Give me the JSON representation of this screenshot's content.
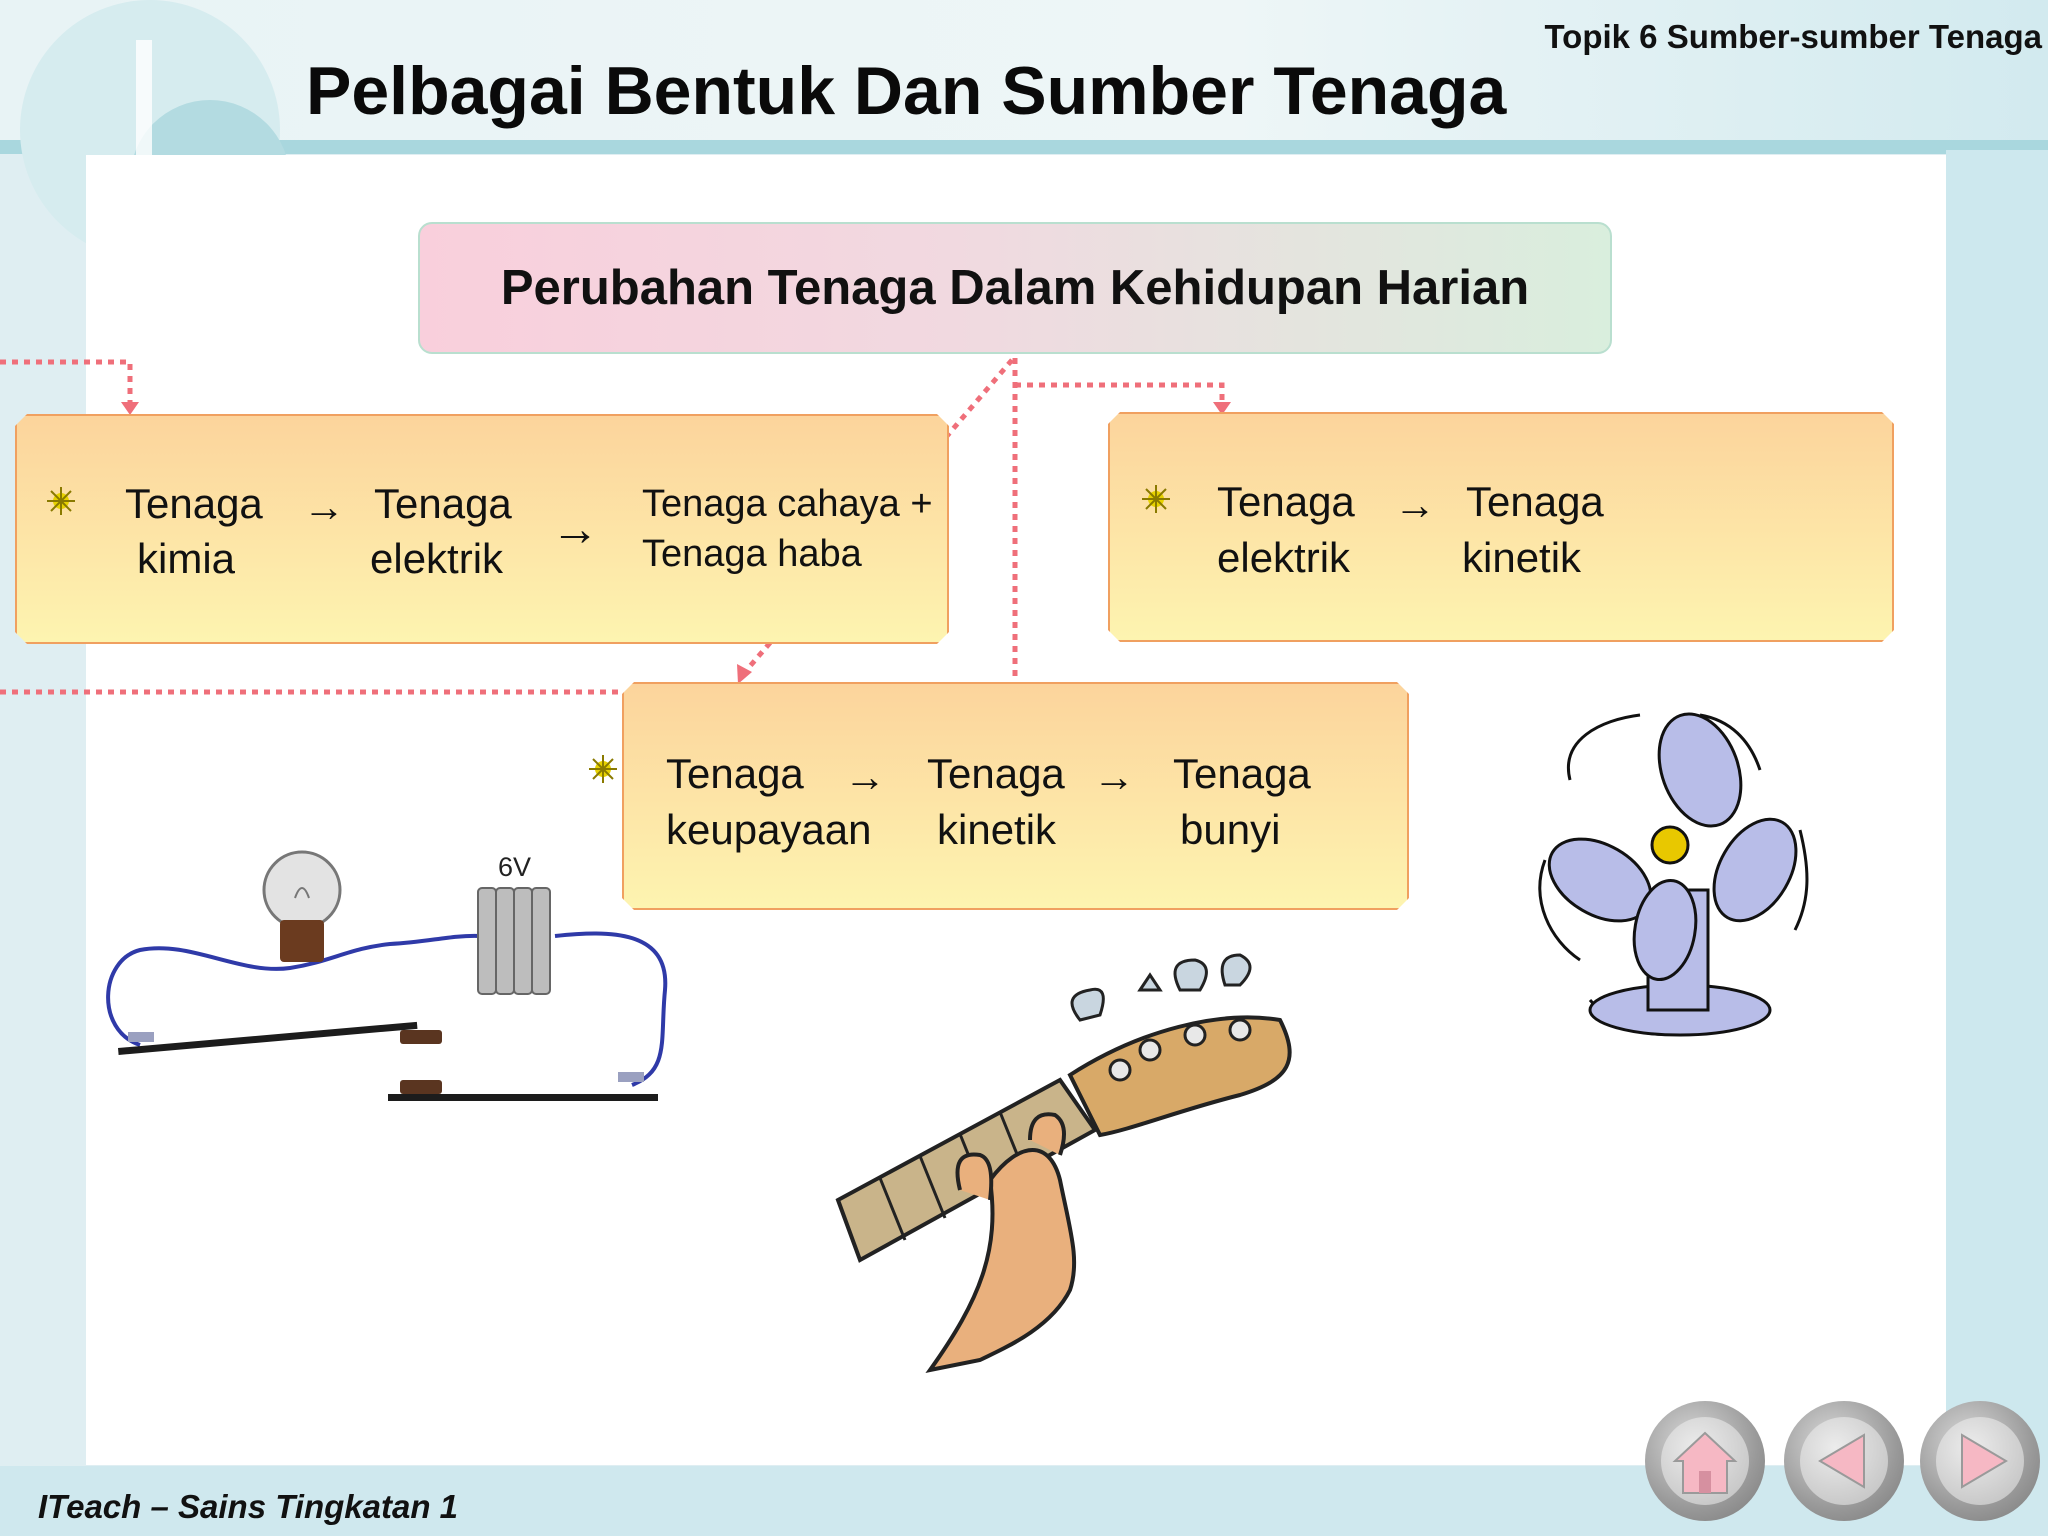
{
  "header": {
    "topic": "Topik 6 Sumber-sumber Tenaga",
    "title": "Pelbagai Bentuk Dan Sumber Tenaga"
  },
  "diagram": {
    "heading": "Perubahan Tenaga Dalam Kehidupan Harian",
    "arrow_symbol": "→",
    "box1": {
      "from_line1": "Tenaga",
      "from_line2": "kimia",
      "mid_line1": "Tenaga",
      "mid_line2": "elektrik",
      "to_line1": "Tenaga cahaya +",
      "to_line2": "Tenaga haba"
    },
    "box2": {
      "from_line1": "Tenaga",
      "from_line2": "elektrik",
      "to_line1": "Tenaga",
      "to_line2": "kinetik"
    },
    "box3": {
      "from_line1": "Tenaga",
      "from_line2": "keupayaan",
      "mid_line1": "Tenaga",
      "mid_line2": "kinetik",
      "to_line1": "Tenaga",
      "to_line2": "bunyi"
    }
  },
  "circuit": {
    "battery_label": "6V"
  },
  "nav": {
    "home_icon": "home-icon",
    "back_icon": "back-triangle-icon",
    "forward_icon": "forward-triangle-icon"
  },
  "footer": {
    "text": "ITeach – Sains Tingkatan 1"
  },
  "colors": {
    "connector": "#ef6f7a",
    "box_border": "#f0a060",
    "accent_teal": "#9fd3dc"
  }
}
